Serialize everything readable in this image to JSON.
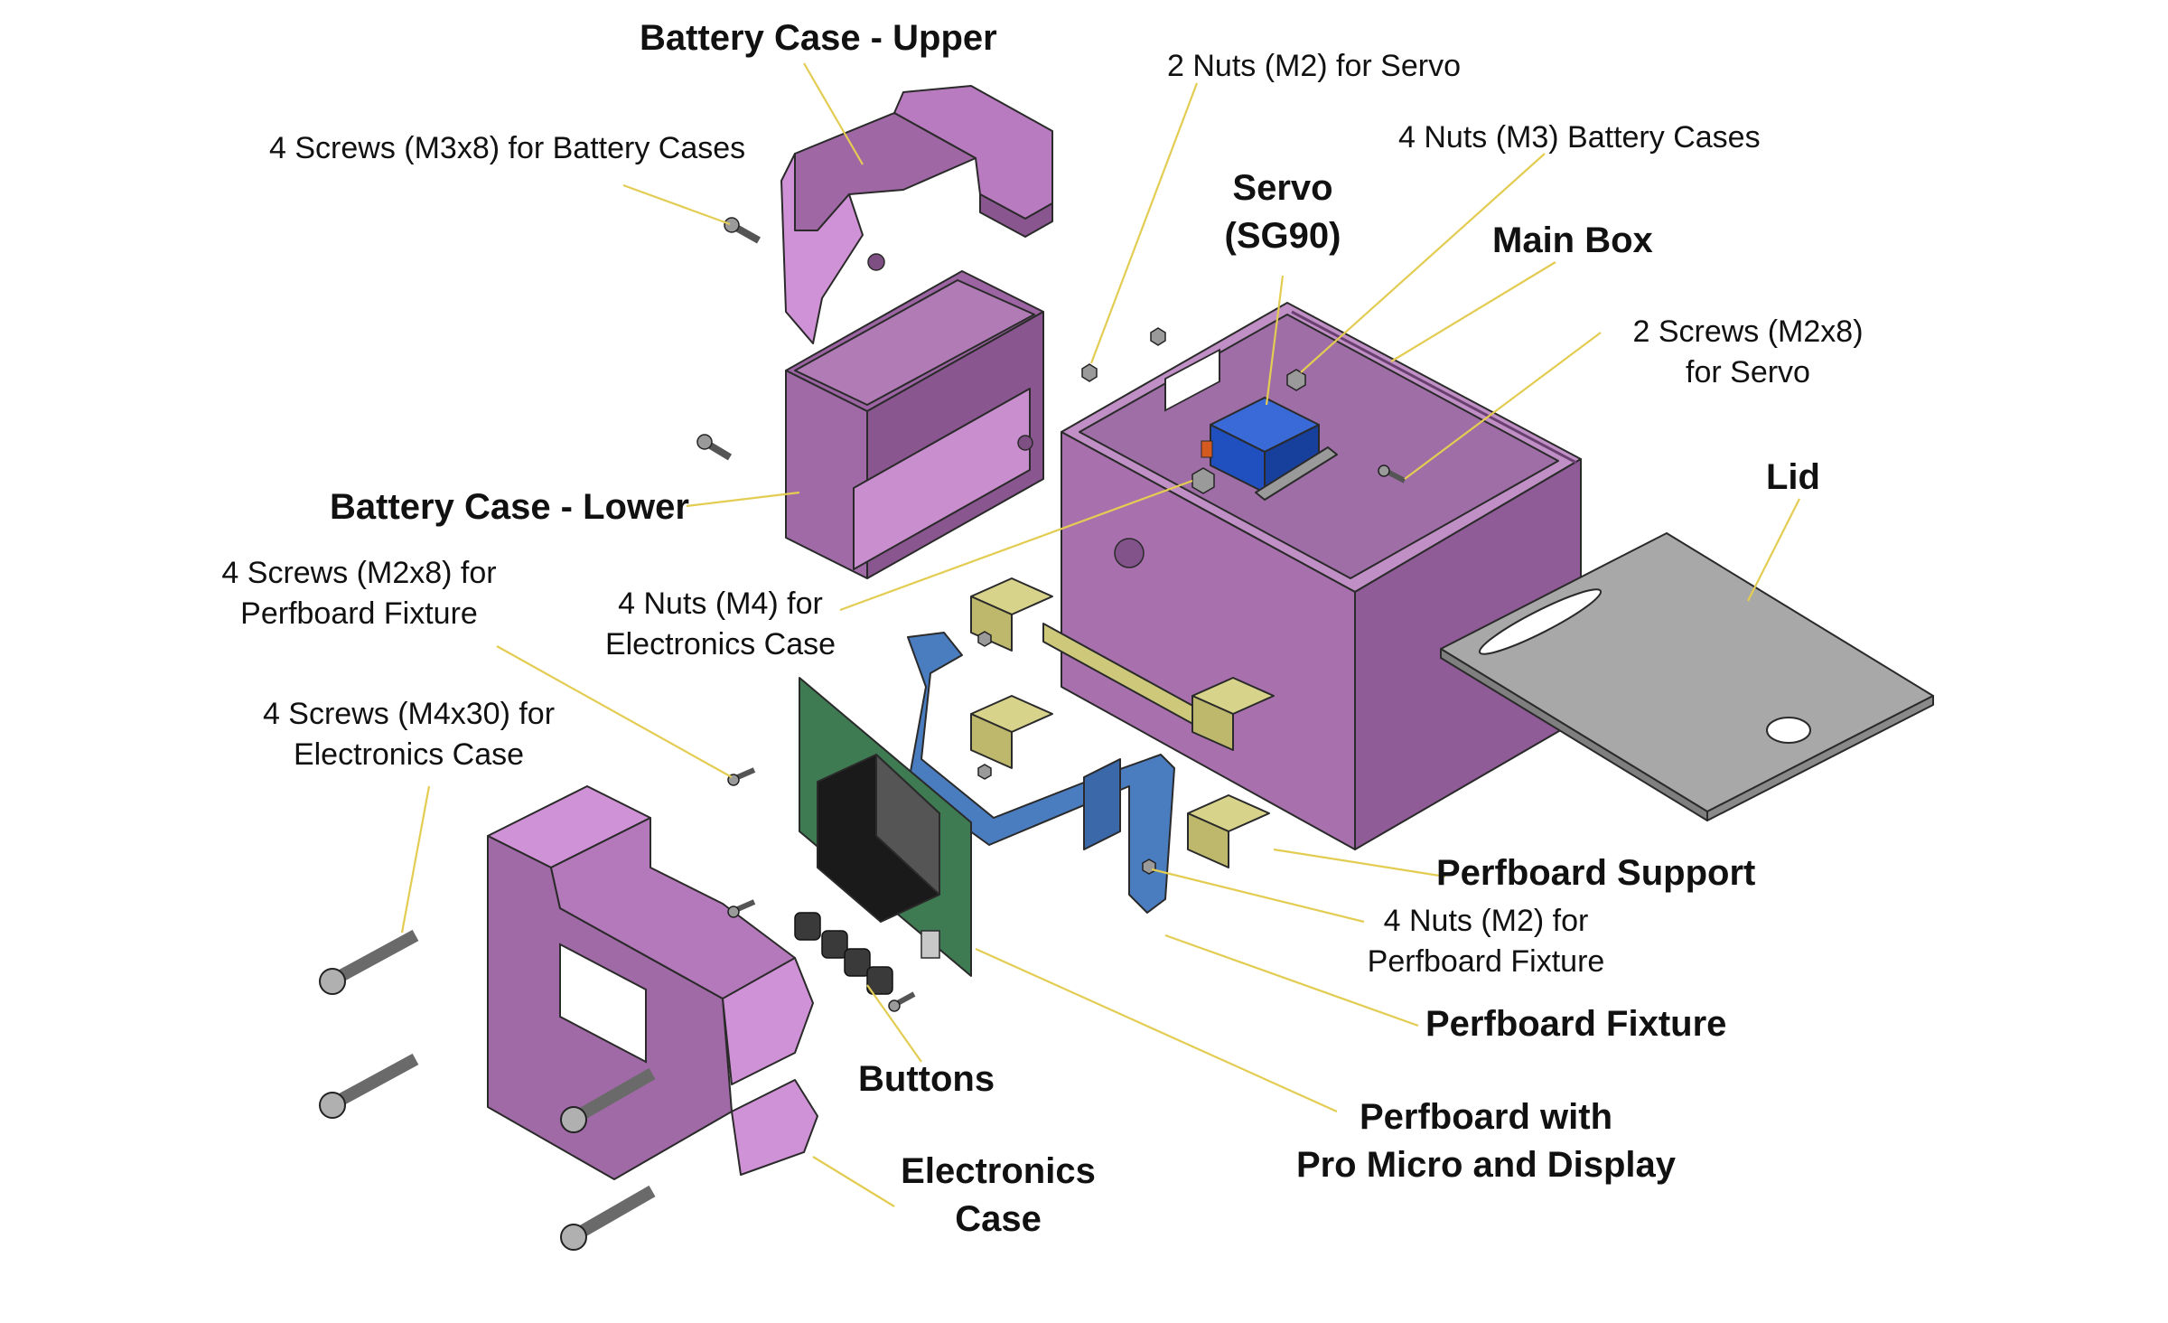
{
  "labels": {
    "battery_case_upper": "Battery Case - Upper",
    "screws_m3x8": "4 Screws (M3x8) for Battery Cases",
    "nuts_m2_servo": "2 Nuts (M2) for Servo",
    "nuts_m3": "4 Nuts (M3) Battery Cases",
    "servo_line1": "Servo",
    "servo_line2": "(SG90)",
    "main_box": "Main Box",
    "screws_m2x8_servo_line1": "2 Screws (M2x8)",
    "screws_m2x8_servo_line2": "for Servo",
    "lid": "Lid",
    "battery_case_lower": "Battery Case - Lower",
    "screws_m2x8_perf_line1": "4 Screws (M2x8) for",
    "screws_m2x8_perf_line2": "Perfboard Fixture",
    "nuts_m4_line1": "4 Nuts (M4) for",
    "nuts_m4_line2": "Electronics Case",
    "screws_m4x30_line1": "4 Screws (M4x30) for",
    "screws_m4x30_line2": "Electronics Case",
    "perfboard_support": "Perfboard Support",
    "nuts_m2_perf_line1": "4 Nuts (M2) for",
    "nuts_m2_perf_line2": "Perfboard Fixture",
    "perfboard_fixture": "Perfboard Fixture",
    "buttons": "Buttons",
    "perfboard_with_line1": "Perfboard with",
    "perfboard_with_line2": "Pro Micro and Display",
    "electronics_case_line1": "Electronics",
    "electronics_case_line2": "Case"
  },
  "colors": {
    "case_purple": "#a06aa6",
    "case_purple_light": "#d092d6",
    "case_purple_dark": "#7d4f83",
    "servo_blue": "#2050c0",
    "fixture_blue": "#4a7cc0",
    "support_yellow": "#cdc87a",
    "pcb_green": "#3e7a52",
    "display_black": "#1a1a1a",
    "lid_gray": "#a8a8a8",
    "leader_line": "#e3cc52"
  }
}
